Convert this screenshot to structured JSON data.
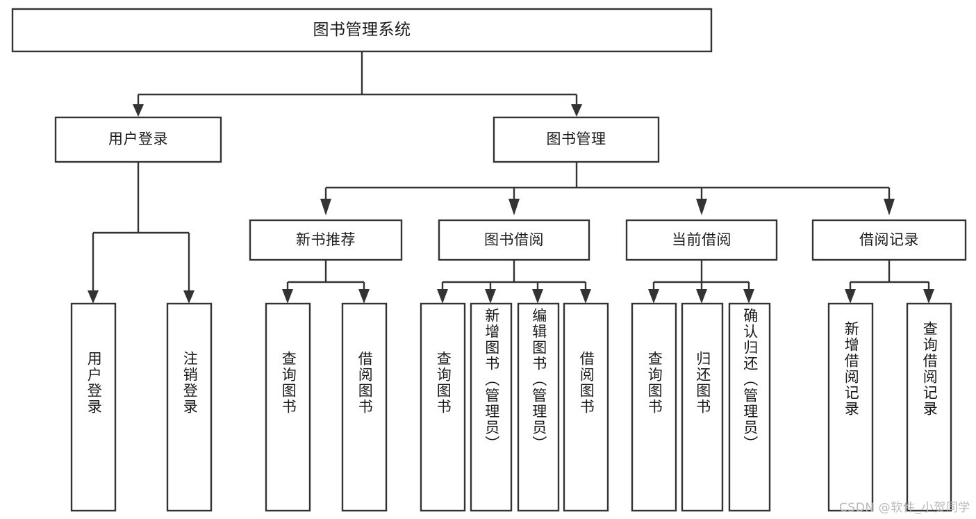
{
  "diagram": {
    "type": "tree-hierarchy",
    "title": "图书管理系统",
    "orientation": "top-down",
    "colors": {
      "box_fill": "#ffffff",
      "box_stroke": "#333333",
      "text": "#1a1a1a",
      "watermark": "#b9b9b9",
      "background": "#ffffff"
    },
    "levels": [
      {
        "level": 1,
        "nodes": [
          {
            "id": "root",
            "label": "图书管理系统",
            "orientation": "horizontal"
          }
        ]
      },
      {
        "level": 2,
        "nodes": [
          {
            "id": "user-login",
            "label": "用户登录",
            "orientation": "horizontal",
            "parent": "root"
          },
          {
            "id": "book-manage",
            "label": "图书管理",
            "orientation": "horizontal",
            "parent": "root"
          }
        ]
      },
      {
        "level": 3,
        "nodes": [
          {
            "id": "new-book-rec",
            "label": "新书推荐",
            "orientation": "horizontal",
            "parent": "book-manage"
          },
          {
            "id": "book-borrow",
            "label": "图书借阅",
            "orientation": "horizontal",
            "parent": "book-manage"
          },
          {
            "id": "current-borrow",
            "label": "当前借阅",
            "orientation": "horizontal",
            "parent": "book-manage"
          },
          {
            "id": "borrow-record",
            "label": "借阅记录",
            "orientation": "horizontal",
            "parent": "book-manage"
          }
        ]
      },
      {
        "level": 4,
        "nodes": [
          {
            "id": "leaf-user-login",
            "label": "用户登录",
            "orientation": "vertical",
            "parent": "user-login"
          },
          {
            "id": "leaf-logout-login",
            "label": "注销登录",
            "orientation": "vertical",
            "parent": "user-login"
          },
          {
            "id": "leaf-query-book-1",
            "label": "查询图书",
            "orientation": "vertical",
            "parent": "new-book-rec"
          },
          {
            "id": "leaf-borrow-book-1",
            "label": "借阅图书",
            "orientation": "vertical",
            "parent": "new-book-rec"
          },
          {
            "id": "leaf-query-book-2",
            "label": "查询图书",
            "orientation": "vertical",
            "parent": "book-borrow"
          },
          {
            "id": "leaf-add-book",
            "label": "新增图书（管理员）",
            "orientation": "vertical",
            "parent": "book-borrow"
          },
          {
            "id": "leaf-edit-book",
            "label": "编辑图书（管理员）",
            "orientation": "vertical",
            "parent": "book-borrow"
          },
          {
            "id": "leaf-borrow-book-2",
            "label": "借阅图书",
            "orientation": "vertical",
            "parent": "book-borrow"
          },
          {
            "id": "leaf-query-book-3",
            "label": "查询图书",
            "orientation": "vertical",
            "parent": "current-borrow"
          },
          {
            "id": "leaf-return-book",
            "label": "归还图书",
            "orientation": "vertical",
            "parent": "current-borrow"
          },
          {
            "id": "leaf-confirm-return",
            "label": "确认归还（管理员）",
            "orientation": "vertical",
            "parent": "current-borrow"
          },
          {
            "id": "leaf-add-record",
            "label": "新增借阅记录",
            "orientation": "vertical",
            "parent": "borrow-record"
          },
          {
            "id": "leaf-query-record",
            "label": "查询借阅记录",
            "orientation": "vertical",
            "parent": "borrow-record"
          }
        ]
      }
    ]
  },
  "watermark": {
    "text": "CSDN @软件_小贺同学"
  }
}
